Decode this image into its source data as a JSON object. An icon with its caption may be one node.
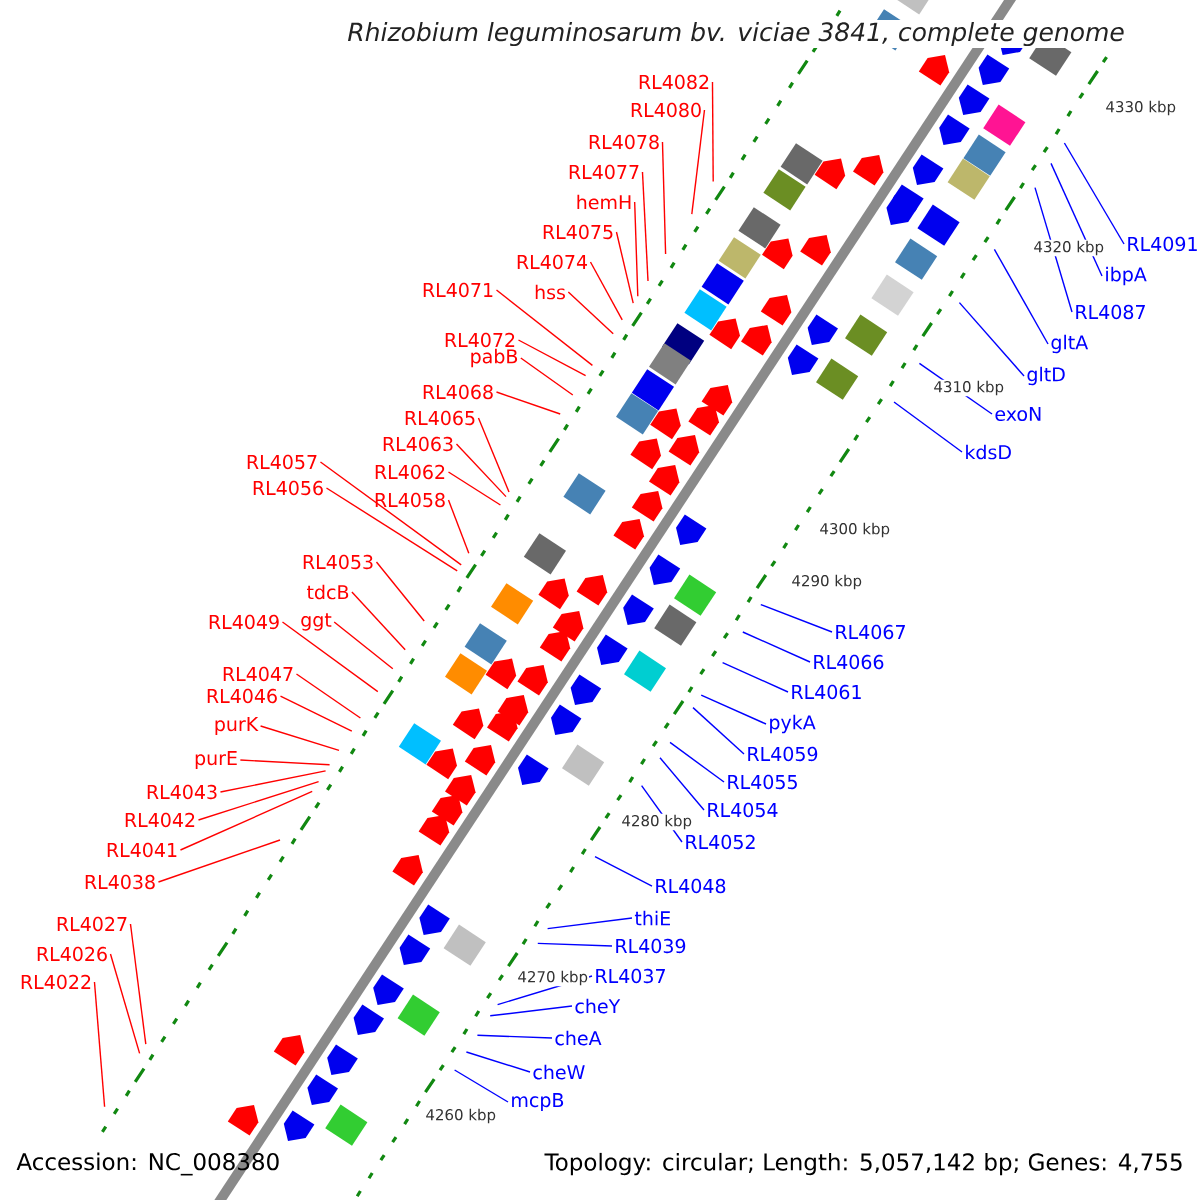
{
  "diagram": {
    "title": "Rhizobium leguminosarum bv. viciae 3841, complete genome",
    "nodes": [
      {
        "text": [
          "RL4082"
        ]
      },
      {
        "text": [
          "RL4080"
        ]
      },
      {
        "text": [
          "RL4078"
        ]
      },
      {
        "text": [
          "RL4077"
        ]
      },
      {
        "text": [
          "hemH"
        ]
      },
      {
        "text": [
          "RL4075"
        ]
      },
      {
        "text": [
          "RL4074"
        ]
      },
      {
        "text": [
          "hss"
        ]
      },
      {
        "text": [
          "RL4071"
        ]
      },
      {
        "text": [
          "RL4072"
        ]
      },
      {
        "text": [
          "pabB"
        ]
      },
      {
        "text": [
          "RL4068"
        ]
      },
      {
        "text": [
          "RL4065"
        ]
      },
      {
        "text": [
          "RL4063"
        ]
      },
      {
        "text": [
          "RL4062"
        ]
      },
      {
        "text": [
          "RL4058"
        ]
      },
      {
        "text": [
          "RL4057"
        ]
      },
      {
        "text": [
          "RL4056"
        ]
      },
      {
        "text": [
          "RL4053"
        ]
      },
      {
        "text": [
          "tdcB"
        ]
      },
      {
        "text": [
          "ggt"
        ]
      },
      {
        "text": [
          "RL4049"
        ]
      },
      {
        "text": [
          "RL4047"
        ]
      },
      {
        "text": [
          "RL4046"
        ]
      },
      {
        "text": [
          "purK"
        ]
      },
      {
        "text": [
          "purE"
        ]
      },
      {
        "text": [
          "RL4043"
        ]
      },
      {
        "text": [
          "RL4042"
        ]
      },
      {
        "text": [
          "RL4041"
        ]
      },
      {
        "text": [
          "RL4038"
        ]
      },
      {
        "text": [
          "RL4027"
        ]
      },
      {
        "text": [
          "RL4026"
        ]
      },
      {
        "text": [
          "RL4022"
        ]
      },
      {
        "text": [
          "RL4091"
        ]
      },
      {
        "text": [
          "ibpA"
        ]
      },
      {
        "text": [
          "RL4087"
        ]
      },
      {
        "text": [
          "gltA"
        ]
      },
      {
        "text": [
          "gltD"
        ]
      },
      {
        "text": [
          "exoN"
        ]
      },
      {
        "text": [
          "kdsD"
        ]
      },
      {
        "text": [
          "RL4067"
        ]
      },
      {
        "text": [
          "RL4066"
        ]
      },
      {
        "text": [
          "RL4061"
        ]
      },
      {
        "text": [
          "pykA"
        ]
      },
      {
        "text": [
          "RL4059"
        ]
      },
      {
        "text": [
          "RL4055"
        ]
      },
      {
        "text": [
          "RL4054"
        ]
      },
      {
        "text": [
          "RL4052"
        ]
      },
      {
        "text": [
          "RL4048"
        ]
      },
      {
        "text": [
          "thiE"
        ]
      },
      {
        "text": [
          "RL4039"
        ]
      },
      {
        "text": [
          "RL4037"
        ]
      },
      {
        "text": [
          "cheY"
        ]
      },
      {
        "text": [
          "cheA"
        ]
      },
      {
        "text": [
          "cheW"
        ]
      },
      {
        "text": [
          "mcpB"
        ]
      }
    ],
    "edges": [
      {
        "from": 0,
        "to": null,
        "arrow": "none"
      },
      {
        "from": 1,
        "to": null,
        "arrow": "none"
      },
      {
        "from": 2,
        "to": null,
        "arrow": "none"
      },
      {
        "from": 3,
        "to": null,
        "arrow": "none"
      },
      {
        "from": 4,
        "to": null,
        "arrow": "none"
      },
      {
        "from": 5,
        "to": null,
        "arrow": "none"
      },
      {
        "from": 6,
        "to": null,
        "arrow": "none"
      },
      {
        "from": 7,
        "to": null,
        "arrow": "none"
      },
      {
        "from": 8,
        "to": null,
        "arrow": "none"
      },
      {
        "from": 9,
        "to": null,
        "arrow": "none"
      },
      {
        "from": 10,
        "to": null,
        "arrow": "none"
      },
      {
        "from": 11,
        "to": null,
        "arrow": "none"
      },
      {
        "from": 12,
        "to": null,
        "arrow": "none"
      },
      {
        "from": 13,
        "to": null,
        "arrow": "none"
      },
      {
        "from": 14,
        "to": null,
        "arrow": "none"
      },
      {
        "from": 15,
        "to": null,
        "arrow": "none"
      },
      {
        "from": 16,
        "to": null,
        "arrow": "none"
      },
      {
        "from": 17,
        "to": null,
        "arrow": "none"
      },
      {
        "from": 18,
        "to": null,
        "arrow": "none"
      },
      {
        "from": 19,
        "to": null,
        "arrow": "none"
      },
      {
        "from": 20,
        "to": null,
        "arrow": "none"
      },
      {
        "from": 21,
        "to": null,
        "arrow": "none"
      },
      {
        "from": 22,
        "to": null,
        "arrow": "none"
      },
      {
        "from": 23,
        "to": null,
        "arrow": "none"
      },
      {
        "from": 24,
        "to": null,
        "arrow": "none"
      },
      {
        "from": 25,
        "to": null,
        "arrow": "none"
      },
      {
        "from": 26,
        "to": null,
        "arrow": "none"
      },
      {
        "from": 27,
        "to": null,
        "arrow": "none"
      },
      {
        "from": 28,
        "to": null,
        "arrow": "none"
      },
      {
        "from": 29,
        "to": null,
        "arrow": "none"
      },
      {
        "from": 30,
        "to": null,
        "arrow": "none"
      },
      {
        "from": 31,
        "to": null,
        "arrow": "none"
      },
      {
        "from": 32,
        "to": null,
        "arrow": "none"
      },
      {
        "from": 33,
        "to": null,
        "arrow": "none",
        "color": "#0000ff"
      },
      {
        "from": 34,
        "to": null,
        "arrow": "none",
        "color": "#0000ff"
      },
      {
        "from": 35,
        "to": null,
        "arrow": "none",
        "color": "#0000ff"
      },
      {
        "from": 36,
        "to": null,
        "arrow": "none",
        "color": "#0000ff"
      },
      {
        "from": 37,
        "to": null,
        "arrow": "none",
        "color": "#0000ff"
      },
      {
        "from": 38,
        "to": null,
        "arrow": "none",
        "color": "#0000ff"
      },
      {
        "from": 39,
        "to": null,
        "arrow": "none",
        "color": "#0000ff"
      },
      {
        "from": 40,
        "to": null,
        "arrow": "none",
        "color": "#0000ff"
      },
      {
        "from": 41,
        "to": null,
        "arrow": "none",
        "color": "#0000ff"
      },
      {
        "from": 42,
        "to": null,
        "arrow": "none",
        "color": "#0000ff"
      },
      {
        "from": 43,
        "to": null,
        "arrow": "none",
        "color": "#0000ff"
      },
      {
        "from": 44,
        "to": null,
        "arrow": "none",
        "color": "#0000ff"
      },
      {
        "from": 45,
        "to": null,
        "arrow": "none",
        "color": "#0000ff"
      },
      {
        "from": 46,
        "to": null,
        "arrow": "none",
        "color": "#0000ff"
      },
      {
        "from": 47,
        "to": null,
        "arrow": "none",
        "color": "#0000ff"
      },
      {
        "from": 48,
        "to": null,
        "arrow": "none",
        "color": "#0000ff"
      },
      {
        "from": 49,
        "to": null,
        "arrow": "none",
        "color": "#0000ff"
      },
      {
        "from": 50,
        "to": null,
        "arrow": "none",
        "color": "#0000ff"
      },
      {
        "from": 51,
        "to": null,
        "arrow": "none",
        "color": "#0000ff"
      },
      {
        "from": 52,
        "to": null,
        "arrow": "none",
        "color": "#0000ff"
      },
      {
        "from": 53,
        "to": null,
        "arrow": "none",
        "color": "#0000ff"
      },
      {
        "from": 54,
        "to": null,
        "arrow": "none",
        "color": "#0000ff"
      },
      {
        "from": 55,
        "to": null,
        "arrow": "none",
        "color": "#0000ff"
      }
    ],
    "labels": [
      "4330 kbp",
      "4320 kbp",
      "4310 kbp",
      "4300 kbp",
      "4290 kbp",
      "4280 kbp",
      "4270 kbp",
      "4260 kbp",
      "Accession: NC_008380",
      "Topology: circular; Length: 5,057,142 bp; Genes: 4,755"
    ]
  }
}
